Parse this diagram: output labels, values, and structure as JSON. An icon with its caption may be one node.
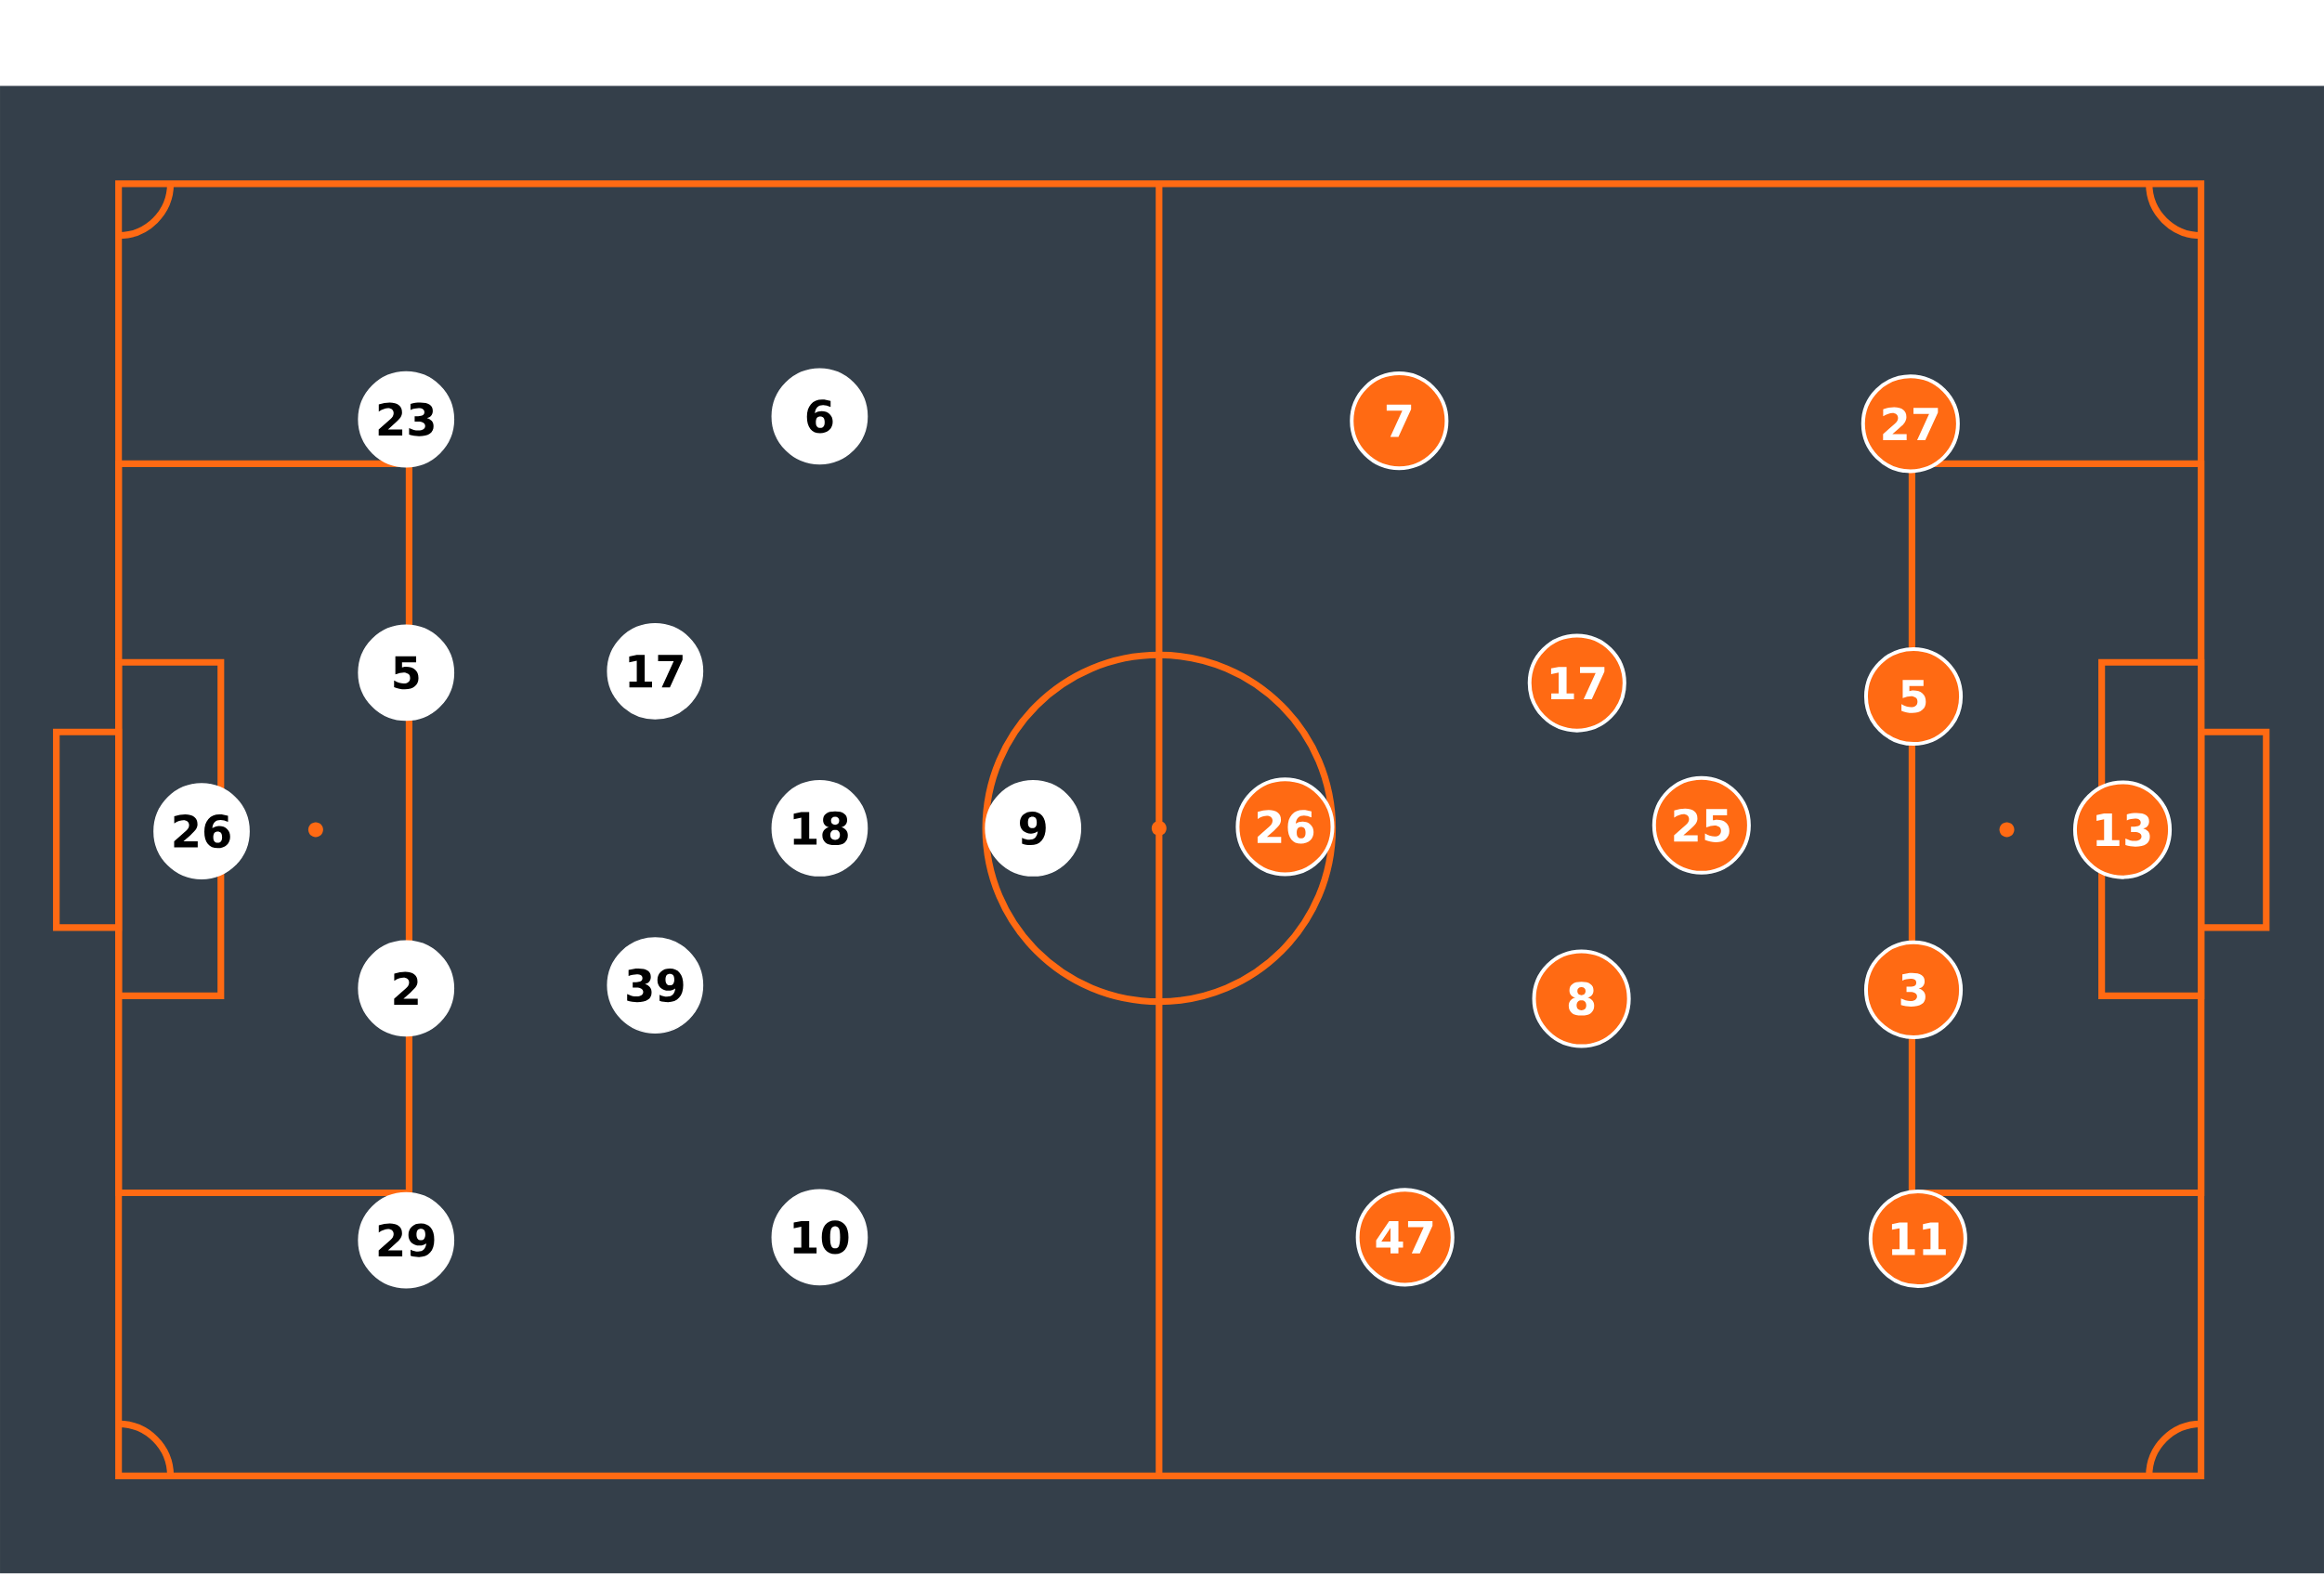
{
  "diagram": {
    "nodes": [
      {
        "text": [
          "23"
        ]
      },
      {
        "text": [
          "6"
        ]
      },
      {
        "text": [
          "5"
        ]
      },
      {
        "text": [
          "17"
        ]
      },
      {
        "text": [
          "26"
        ]
      },
      {
        "text": [
          "18"
        ]
      },
      {
        "text": [
          "9"
        ]
      },
      {
        "text": [
          "2"
        ]
      },
      {
        "text": [
          "39"
        ]
      },
      {
        "text": [
          "29"
        ]
      },
      {
        "text": [
          "10"
        ]
      },
      {
        "text": [
          "7"
        ]
      },
      {
        "text": [
          "27"
        ]
      },
      {
        "text": [
          "17"
        ]
      },
      {
        "text": [
          "5"
        ]
      },
      {
        "text": [
          "26"
        ]
      },
      {
        "text": [
          "25"
        ]
      },
      {
        "text": [
          "13"
        ]
      },
      {
        "text": [
          "3"
        ]
      },
      {
        "text": [
          "8"
        ]
      },
      {
        "text": [
          "47"
        ]
      },
      {
        "text": [
          "11"
        ]
      }
    ]
  }
}
